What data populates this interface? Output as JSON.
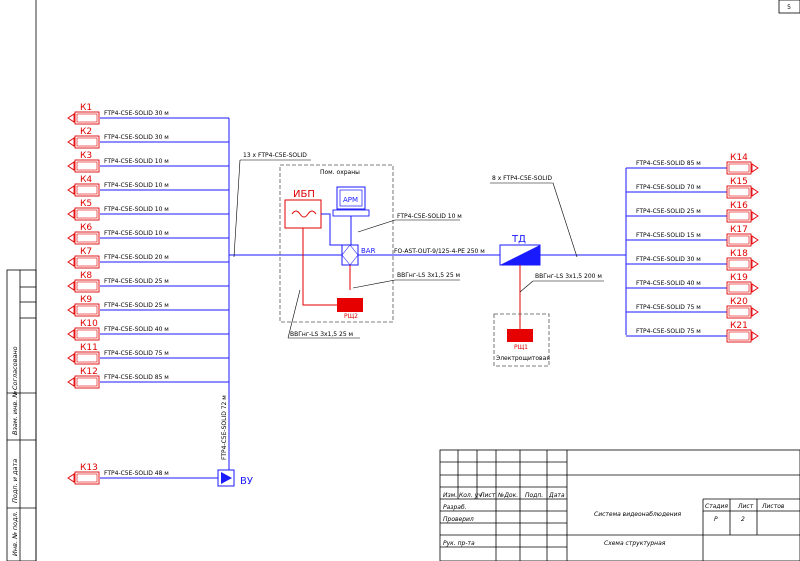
{
  "sheet": {
    "number": "5"
  },
  "cameras_left": [
    {
      "id": "К1",
      "cable": "FTP4-C5E-SOLID 30 м"
    },
    {
      "id": "К2",
      "cable": "FTP4-C5E-SOLID 30 м"
    },
    {
      "id": "К3",
      "cable": "FTP4-C5E-SOLID 10 м"
    },
    {
      "id": "К4",
      "cable": "FTP4-C5E-SOLID 10 м"
    },
    {
      "id": "К5",
      "cable": "FTP4-C5E-SOLID 10 м"
    },
    {
      "id": "К6",
      "cable": "FTP4-C5E-SOLID 10 м"
    },
    {
      "id": "К7",
      "cable": "FTP4-C5E-SOLID 20 м"
    },
    {
      "id": "К8",
      "cable": "FTP4-C5E-SOLID 25 м"
    },
    {
      "id": "К9",
      "cable": "FTP4-C5E-SOLID 25 м"
    },
    {
      "id": "К10",
      "cable": "FTP4-C5E-SOLID 40 м"
    },
    {
      "id": "К11",
      "cable": "FTP4-C5E-SOLID 75 м"
    },
    {
      "id": "К12",
      "cable": "FTP4-C5E-SOLID 85 м"
    }
  ],
  "camera_k13": {
    "id": "К13",
    "cable": "FTP4-C5E-SOLID 48 м"
  },
  "cameras_right": [
    {
      "id": "К14",
      "cable": "FTP4-C5E-SOLID 85 м"
    },
    {
      "id": "К15",
      "cable": "FTP4-C5E-SOLID 70 м"
    },
    {
      "id": "К16",
      "cable": "FTP4-C5E-SOLID 25 м"
    },
    {
      "id": "К17",
      "cable": "FTP4-C5E-SOLID 15 м"
    },
    {
      "id": "К18",
      "cable": "FTP4-C5E-SOLID 30 м"
    },
    {
      "id": "К19",
      "cable": "FTP4-C5E-SOLID 40 м"
    },
    {
      "id": "К20",
      "cable": "FTP4-C5E-SOLID 75 м"
    },
    {
      "id": "К21",
      "cable": "FTP4-C5E-SOLID 75 м"
    }
  ],
  "bundle_left": "13 x FTP4-C5E-SOLID",
  "bundle_right": "8 x FTP4-C5E-SOLID",
  "vertical_cable": "FTP4-C5E-SOLID 72 м",
  "vu_label": "ВУ",
  "room": {
    "title": "Пом. охраны",
    "ups": "ИБП",
    "arm": "АРМ",
    "bar": "BAR",
    "rsh2": "РЩ2",
    "cable_arm": "FTP4-C5E-SOLID 10 м",
    "cable_bar_rsh2": "ВВГнг-LS  3х1,5 25 м",
    "cable_ups_rsh2": "ВВГнг-LS  3х1,5 25 м"
  },
  "fiber_cable": "FO-AST-OUT-9/125-4-PE 250 м",
  "td_label": "ТД",
  "td_power": "ВВГнг-LS  3х1,5  200 м",
  "rsh1": "РЩ1",
  "rsh1_caption": "Электрощитовая",
  "side_labels": [
    "Инв. № подл.",
    "Подп. и дата",
    "Взам. инв. №",
    "Согласовано"
  ],
  "title_block": {
    "headers": [
      "Изм.",
      "Кол. уч",
      "Лист",
      "№Док.",
      "Подп.",
      "Дата"
    ],
    "roles": [
      "Разраб.",
      "Проверил",
      "",
      "Рук. пр-та"
    ],
    "system": "Система видеонаблюдения",
    "stage_header": "Стадия",
    "sheet_header": "Лист",
    "sheets_header": "Листов",
    "stage": "Р",
    "sheet": "2",
    "drawing": "Схема структурная"
  }
}
